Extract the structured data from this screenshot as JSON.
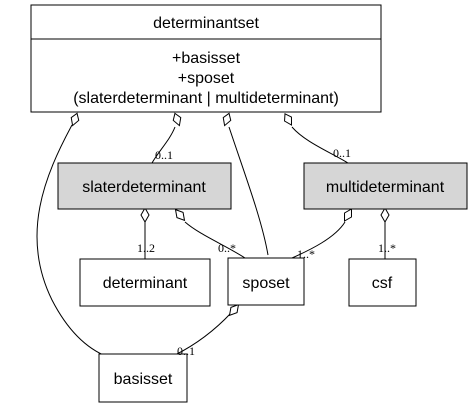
{
  "diagram": {
    "classes": {
      "determinantset": {
        "name": "determinantset",
        "attributes": [
          "+basisset",
          "+sposet",
          "(slaterdeterminant | multideterminant)"
        ]
      },
      "slaterdeterminant": {
        "name": "slaterdeterminant"
      },
      "multideterminant": {
        "name": "multideterminant"
      },
      "determinant": {
        "name": "determinant"
      },
      "sposet": {
        "name": "sposet"
      },
      "csf": {
        "name": "csf"
      },
      "basisset": {
        "name": "basisset"
      }
    },
    "multiplicities": {
      "ds_to_slater": "0..1",
      "ds_to_multi": "0..1",
      "slater_to_determinant": "1..2",
      "slater_to_sposet": "0..*",
      "multi_to_sposet": "1..*",
      "multi_to_csf": "1..*",
      "sposet_to_basisset": "0..1"
    },
    "colors": {
      "highlight_fill": "#d6d6d6",
      "line": "#000000",
      "background": "#ffffff"
    }
  }
}
